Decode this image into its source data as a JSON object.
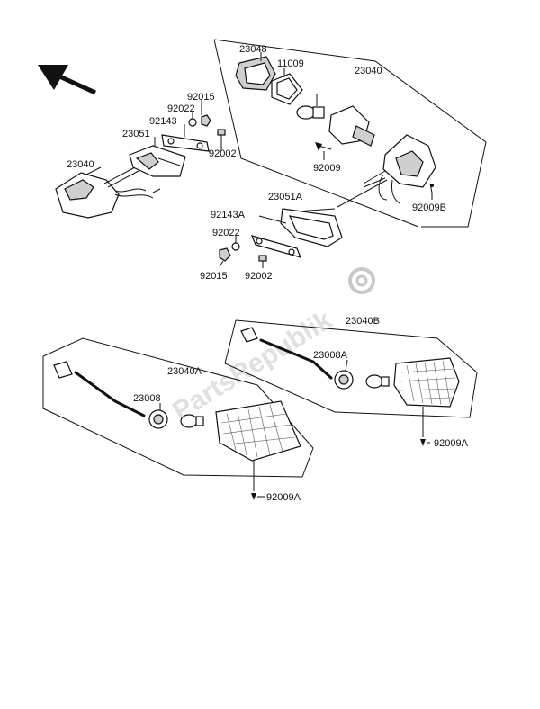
{
  "diagram": {
    "watermark": "PartsRepublik",
    "part_numbers": {
      "p23048": "23048",
      "p11009": "11009",
      "p23040": "23040",
      "p92015_top": "92015",
      "p92022_top": "92022",
      "p92143": "92143",
      "p23051": "23051",
      "p92002_top": "92002",
      "p23040_left": "23040",
      "p92009": "92009",
      "p92009B": "92009B",
      "p23051A": "23051A",
      "p92143A": "92143A",
      "p92022_mid": "92022",
      "p92015_mid": "92015",
      "p92002_mid": "92002",
      "p23040B": "23040B",
      "p23008A": "23008A",
      "p92009A_right": "92009A",
      "p23040A": "23040A",
      "p23008": "23008",
      "p92009A_bottom": "92009A"
    }
  }
}
